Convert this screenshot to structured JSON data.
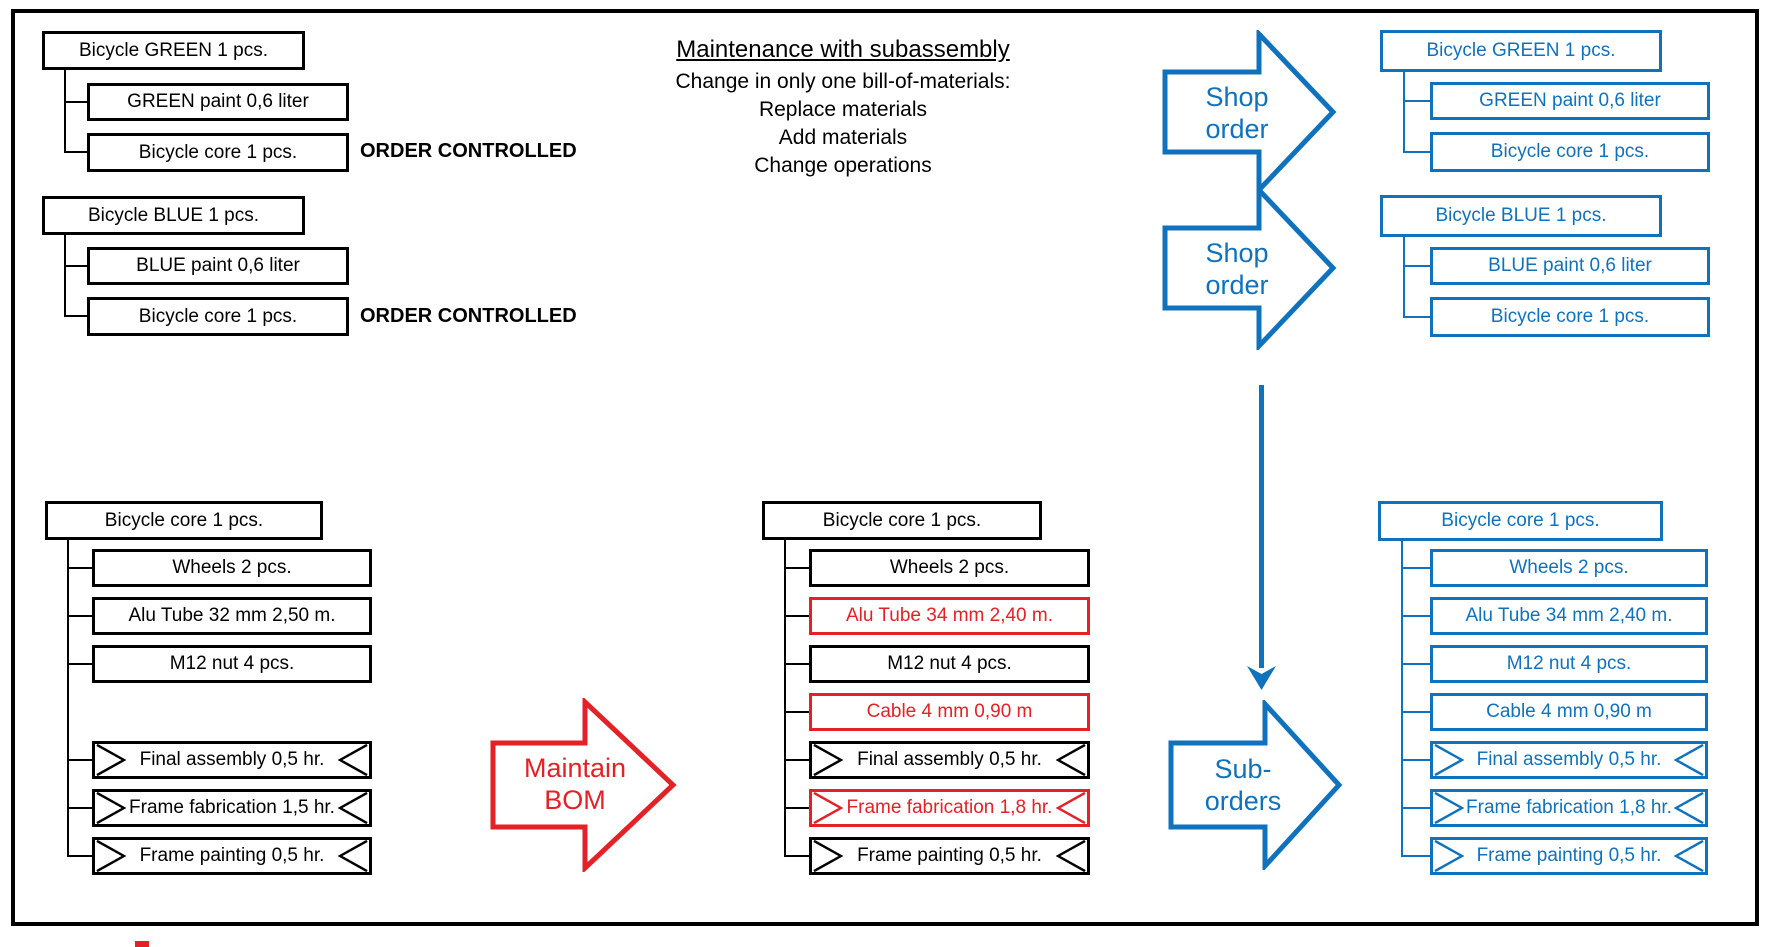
{
  "center": {
    "title": "Maintenance with subassembly",
    "lines": [
      "Change in only one bill-of-materials:",
      "Replace materials",
      "Add materials",
      "Change operations"
    ]
  },
  "annotations": {
    "order_controlled_green": "ORDER CONTROLLED",
    "order_controlled_blue": "ORDER CONTROLLED"
  },
  "arrows": {
    "shop_order_green": {
      "line1": "Shop",
      "line2": "order"
    },
    "shop_order_blue": {
      "line1": "Shop",
      "line2": "order"
    },
    "maintain_bom": {
      "line1": "Maintain",
      "line2": "BOM"
    },
    "sub_orders": {
      "line1": "Sub-",
      "line2": "orders"
    }
  },
  "trees": {
    "green_bom": {
      "root": "Bicycle GREEN 1 pcs.",
      "children": [
        "GREEN paint 0,6 liter",
        "Bicycle core 1 pcs."
      ]
    },
    "blue_bom": {
      "root": "Bicycle BLUE 1 pcs.",
      "children": [
        "BLUE paint 0,6 liter",
        "Bicycle core 1 pcs."
      ]
    },
    "core_before": {
      "root": "Bicycle core 1 pcs.",
      "children": [
        "Wheels 2 pcs.",
        "Alu Tube 32 mm 2,50 m.",
        "M12 nut 4 pcs.",
        "Final assembly 0,5 hr.",
        "Frame fabrication 1,5 hr.",
        "Frame painting 0,5 hr."
      ]
    },
    "core_after": {
      "root": "Bicycle core 1 pcs.",
      "children": [
        "Wheels 2 pcs.",
        "Alu Tube 34 mm 2,40 m.",
        "M12 nut 4 pcs.",
        "Cable 4 mm 0,90 m",
        "Final assembly 0,5 hr.",
        "Frame fabrication 1,8 hr.",
        "Frame painting 0,5 hr."
      ]
    },
    "green_shop_order": {
      "root": "Bicycle GREEN 1 pcs.",
      "children": [
        "GREEN paint 0,6 liter",
        "Bicycle core 1 pcs."
      ]
    },
    "blue_shop_order": {
      "root": "Bicycle BLUE 1 pcs.",
      "children": [
        "BLUE paint 0,6 liter",
        "Bicycle core 1 pcs."
      ]
    },
    "core_sub_order": {
      "root": "Bicycle core 1 pcs.",
      "children": [
        "Wheels 2 pcs.",
        "Alu Tube 34 mm 2,40 m.",
        "M12 nut 4 pcs.",
        "Cable 4 mm 0,90 m",
        "Final assembly 0,5 hr.",
        "Frame fabrication 1,8 hr.",
        "Frame painting 0,5 hr."
      ]
    }
  },
  "colors": {
    "blue": "#1072BC",
    "red": "#E32126",
    "black": "#000000"
  }
}
